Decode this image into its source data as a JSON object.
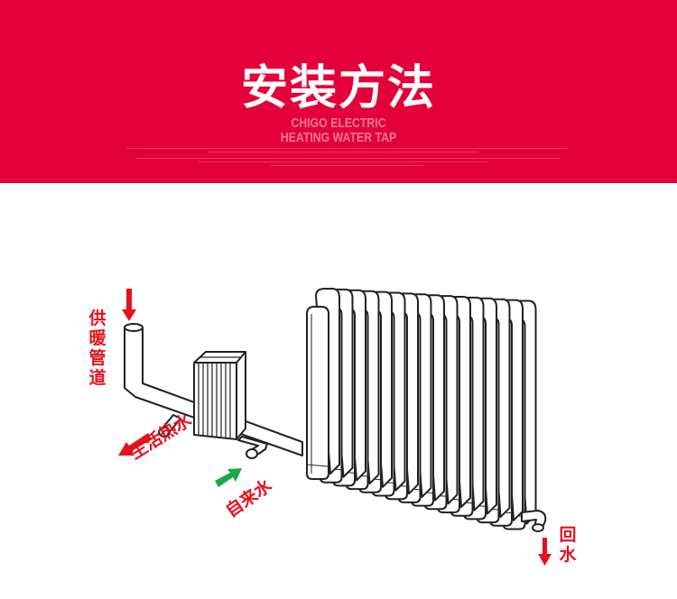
{
  "banner": {
    "title": "安装方法",
    "subtitle_line1": "CHIGO ELECTRIC",
    "subtitle_line2": "HEATING WATER TAP",
    "color": "#e4003a"
  },
  "diagram": {
    "labels": {
      "heating_supply": "供暖管道",
      "domestic_hot_water": "生活热水",
      "tap_water": "自来水",
      "return_water": "回水"
    },
    "colors": {
      "label": "#e8101e",
      "out_arrow": "#e8101e",
      "in_arrow": "#1aa84a"
    }
  }
}
